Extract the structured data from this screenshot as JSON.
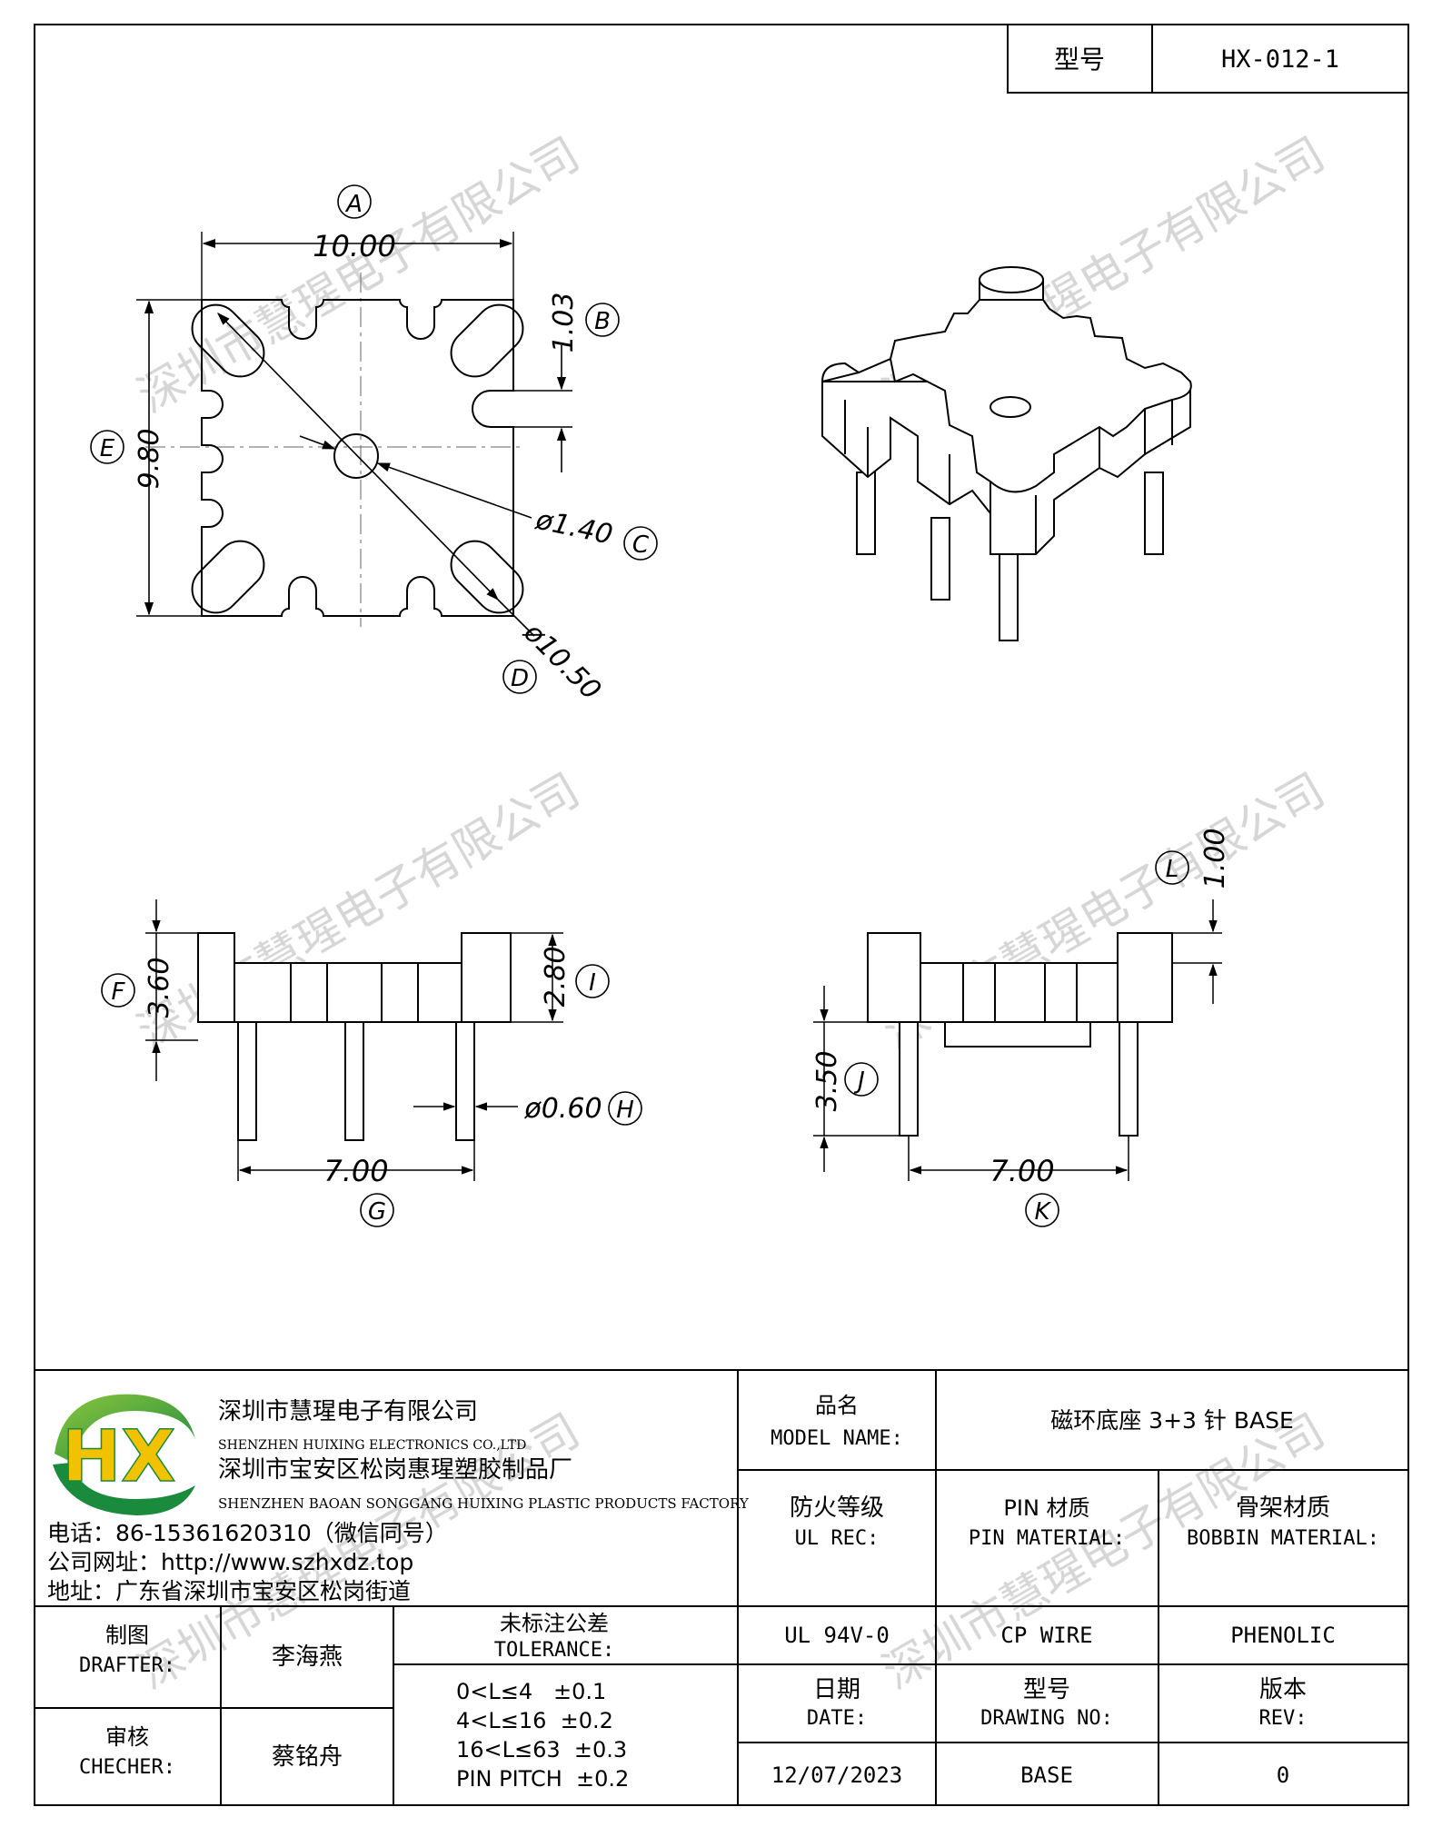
{
  "header": {
    "model_label": "型号",
    "model_value": "HX-012-1"
  },
  "watermark": "深圳市慧瑆电子有限公司",
  "top_view": {
    "A": "A",
    "dim_width": "10.00",
    "B": "B",
    "dim_slot": "1.03",
    "C": "C",
    "dim_hole": "ø1.40",
    "D": "D",
    "dim_diag": "ø10.50",
    "E": "E",
    "dim_height": "9.80"
  },
  "front_view": {
    "F": "F",
    "dim_total_h": "3.60",
    "I": "I",
    "dim_body_h": "2.80",
    "H": "H",
    "dim_pin_d": "ø0.60",
    "G": "G",
    "dim_pitch": "7.00"
  },
  "side_view": {
    "L": "L",
    "dim_step": "1.00",
    "J": "J",
    "dim_pin_len": "3.50",
    "K": "K",
    "dim_pitch": "7.00"
  },
  "title_block": {
    "logo_text": "HX",
    "company_cn": "深圳市慧瑆电子有限公司",
    "company_en": "SHENZHEN HUIXING ELECTRONICS CO.,LTD",
    "factory_cn": "深圳市宝安区松岗惠瑆塑胶制品厂",
    "factory_en": "SHENZHEN BAOAN SONGGANG HUIXING PLASTIC PRODUCTS FACTORY",
    "phone": "电话：86-15361620310（微信同号）",
    "website": "公司网址：http://www.szhxdz.top",
    "address": "地址：广东省深圳市宝安区松岗街道",
    "model_name_cn": "品名",
    "model_name_en": "MODEL NAME:",
    "model_name_value": "磁环底座 3+3 针 BASE",
    "ul_cn": "防火等级",
    "ul_en": "UL REC:",
    "pin_cn": "PIN 材质",
    "pin_en": "PIN MATERIAL:",
    "bobbin_cn": "骨架材质",
    "bobbin_en": "BOBBIN MATERIAL:",
    "ul_value": "UL 94V-0",
    "pin_value": "CP WIRE",
    "bobbin_value": "PHENOLIC",
    "drafter_cn": "制图",
    "drafter_en": "DRAFTER:",
    "drafter_name": "李海燕",
    "checker_cn": "审核",
    "checker_en": "CHECHER:",
    "checker_name": "蔡铭舟",
    "tolerance_cn": "未标注公差",
    "tolerance_en": "TOLERANCE:",
    "tol_1": "0<L≤4   ±0.1",
    "tol_2": "4<L≤16  ±0.2",
    "tol_3": "16<L≤63  ±0.3",
    "tol_4": "PIN PITCH  ±0.2",
    "date_cn": "日期",
    "date_en": "DATE:",
    "drawing_cn": "型号",
    "drawing_en": "DRAWING NO:",
    "rev_cn": "版本",
    "rev_en": "REV:",
    "date_value": "12/07/2023",
    "drawing_value": "BASE",
    "rev_value": "0"
  }
}
